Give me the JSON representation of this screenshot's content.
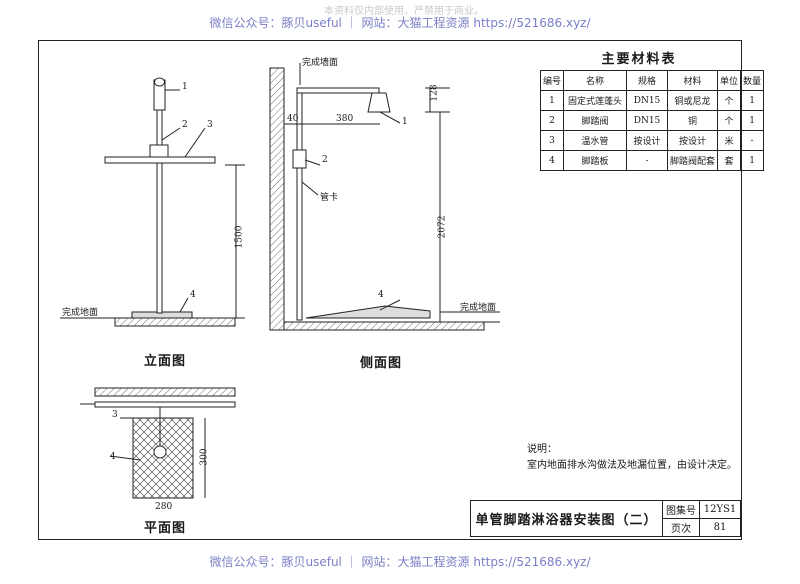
{
  "watermark": {
    "top": "微信公众号：豚贝useful ｜ 网站：大猫工程资源 https://521686.xyz/",
    "bottom": "微信公众号：豚贝useful ｜ 网站：大猫工程资源 https://521686.xyz/",
    "corner": "本资料仅内部使用，严禁用于商业。"
  },
  "views": {
    "elevation": {
      "caption": "立面图",
      "floor_label": "完成地面",
      "height_dim": "1500",
      "callouts": [
        "1",
        "2",
        "3",
        "4"
      ]
    },
    "side": {
      "caption": "侧面图",
      "wall_label": "完成墙面",
      "floor_label": "完成地面",
      "pipe_clamp_label": "管卡",
      "dims": {
        "offset": "40",
        "reach": "380",
        "drop": "128",
        "height": "2072"
      },
      "callouts": [
        "1",
        "2",
        "4"
      ]
    },
    "plan": {
      "caption": "平面图",
      "dims": {
        "width": "280",
        "depth": "300"
      },
      "callouts": [
        "3",
        "4"
      ]
    }
  },
  "materials": {
    "title": "主要材料表",
    "headers": [
      "编号",
      "名称",
      "规格",
      "材料",
      "单位",
      "数量"
    ],
    "rows": [
      [
        "1",
        "固定式莲蓬头",
        "DN15",
        "铜或尼龙",
        "个",
        "1"
      ],
      [
        "2",
        "脚踏阀",
        "DN15",
        "铜",
        "个",
        "1"
      ],
      [
        "3",
        "温水管",
        "按设计",
        "按设计",
        "米",
        "-"
      ],
      [
        "4",
        "脚踏板",
        "-",
        "脚踏阀配套",
        "套",
        "1"
      ]
    ]
  },
  "notes": {
    "heading": "说明：",
    "lines": [
      "室内地面排水沟做法及地漏位置，由设计决定。"
    ]
  },
  "title_block": {
    "title": "单管脚踏淋浴器安装图（二）",
    "atlas_label": "图集号",
    "atlas_value": "12YS1",
    "page_label": "页次",
    "page_value": "81"
  }
}
